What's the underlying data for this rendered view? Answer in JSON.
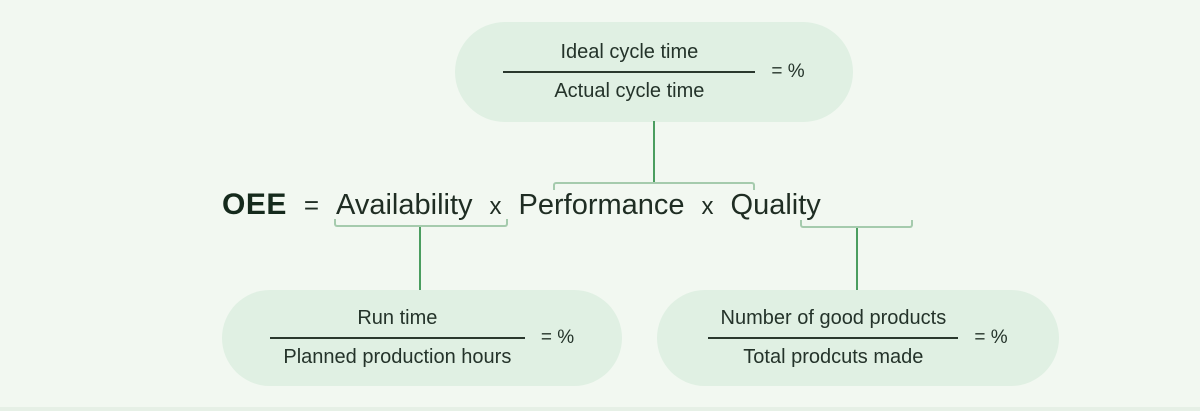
{
  "formula": {
    "result": "OEE",
    "equals": "=",
    "operator": "x",
    "terms": [
      "Availability",
      "Performance",
      "Quality"
    ]
  },
  "cards": {
    "performance": {
      "numerator": "Ideal cycle time",
      "denominator": "Actual cycle time",
      "result": "= %"
    },
    "availability": {
      "numerator": "Run time",
      "denominator": "Planned production hours",
      "result": "= %"
    },
    "quality": {
      "numerator": "Number of good products",
      "denominator": "Total prodcuts made",
      "result": "= %"
    }
  },
  "colors": {
    "page_background": "#f2f8f1",
    "card_background": "#e0f0e3",
    "text_dark": "#24332a",
    "oee_text": "#152a1c",
    "connector_line": "#4b9e60",
    "bracket": "#a5cbad",
    "fraction_line": "#2a382e"
  }
}
